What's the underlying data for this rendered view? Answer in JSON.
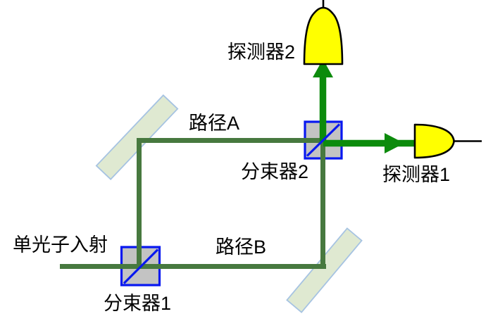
{
  "labels": {
    "input": "单光子入射",
    "beam_splitter_1": "分束器1",
    "beam_splitter_2": "分束器2",
    "path_a": "路径A",
    "path_b": "路径B",
    "detector_1": "探测器1",
    "detector_2": "探测器2"
  },
  "colors": {
    "background": "#FFFFFF",
    "path_beam_green": "#47793F",
    "output_beam_green": "#0C8B0C",
    "beam_splitter_fill": "#C3C3C3",
    "beam_splitter_border_blue": "#0818F0",
    "mirror_fill": "#DFE9D1",
    "mirror_border": "#A6C3E2",
    "detector_fill_yellow": "#FFFF00",
    "outline_black": "#000000",
    "label_text": "#000000"
  }
}
